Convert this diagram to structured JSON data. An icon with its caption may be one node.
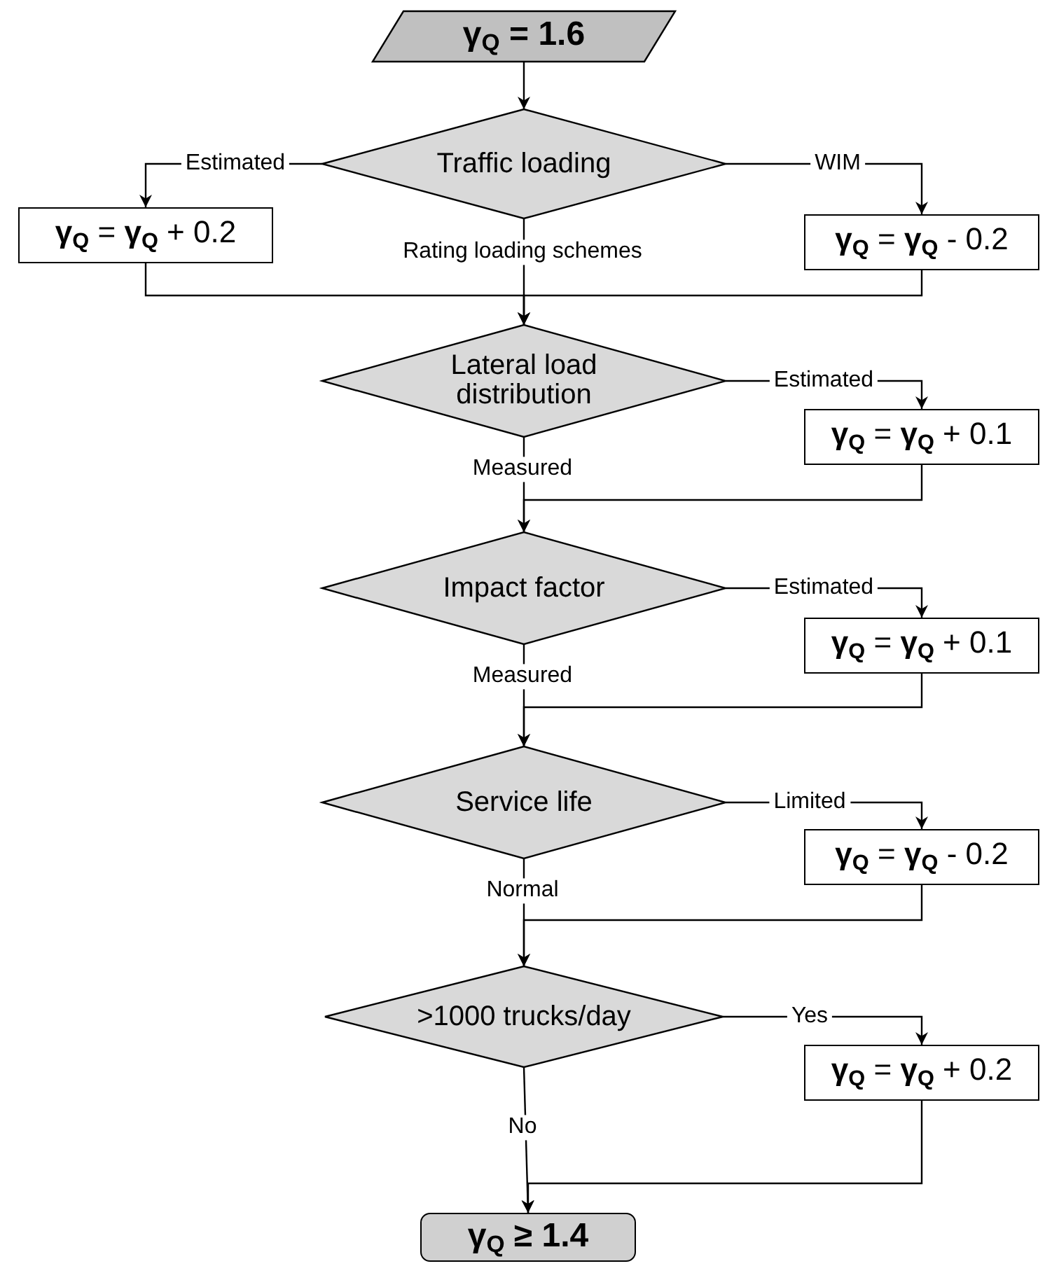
{
  "diagram": {
    "nodes": [
      {
        "text": [
          "γ$_{Q}$ = 1.6"
        ]
      },
      {
        "text": [
          "Traffic loading"
        ]
      },
      {
        "text": [
          "**γ**$_{Q}$ = **γ**$_{Q}$ + 0.2"
        ]
      },
      {
        "text": [
          "**γ**$_{Q}$ = **γ**$_{Q}$ - 0.2"
        ]
      },
      {
        "text": [
          "Lateral load distribution"
        ]
      },
      {
        "text": [
          "**γ**$_{Q}$ = **γ**$_{Q}$ + 0.1"
        ]
      },
      {
        "text": [
          "Impact factor"
        ]
      },
      {
        "text": [
          "**γ**$_{Q}$ = **γ**$_{Q}$ + 0.1"
        ]
      },
      {
        "text": [
          "Service life"
        ]
      },
      {
        "text": [
          "**γ**$_{Q}$ = **γ**$_{Q}$ - 0.2"
        ]
      },
      {
        "text": [
          ">1000 trucks/day"
        ]
      },
      {
        "text": [
          "**γ**$_{Q}$ = **γ**$_{Q}$ + 0.2"
        ]
      },
      {
        "text": [
          "γ$_{Q}$ ≥ 1.4"
        ]
      }
    ],
    "edges": [
      {
        "from": 0,
        "to": 1,
        "arrow": "to"
      },
      {
        "from": 1,
        "to": 2,
        "arrow": "to",
        "label": "Estimated"
      },
      {
        "from": 1,
        "to": 3,
        "arrow": "to",
        "label": "WIM"
      },
      {
        "from": 1,
        "to": 4,
        "arrow": "to",
        "label": "Rating loading schemes"
      },
      {
        "from": 2,
        "to": 4,
        "arrow": "to"
      },
      {
        "from": 3,
        "to": 4,
        "arrow": "to"
      },
      {
        "from": 4,
        "to": 5,
        "arrow": "to",
        "label": "Estimated"
      },
      {
        "from": 4,
        "to": 6,
        "arrow": "to",
        "label": "Measured"
      },
      {
        "from": 5,
        "to": 6,
        "arrow": "to"
      },
      {
        "from": 6,
        "to": 7,
        "arrow": "to",
        "label": "Estimated"
      },
      {
        "from": 6,
        "to": 8,
        "arrow": "to",
        "label": "Measured"
      },
      {
        "from": 7,
        "to": 8,
        "arrow": "to"
      },
      {
        "from": 8,
        "to": 9,
        "arrow": "to",
        "label": "Limited"
      },
      {
        "from": 8,
        "to": 10,
        "arrow": "to",
        "label": "Normal"
      },
      {
        "from": 9,
        "to": 10,
        "arrow": "to"
      },
      {
        "from": 10,
        "to": 11,
        "arrow": "to",
        "label": "Yes"
      },
      {
        "from": 10,
        "to": 12,
        "arrow": "to",
        "label": "No"
      },
      {
        "from": 11,
        "to": 12,
        "arrow": "to"
      }
    ]
  }
}
